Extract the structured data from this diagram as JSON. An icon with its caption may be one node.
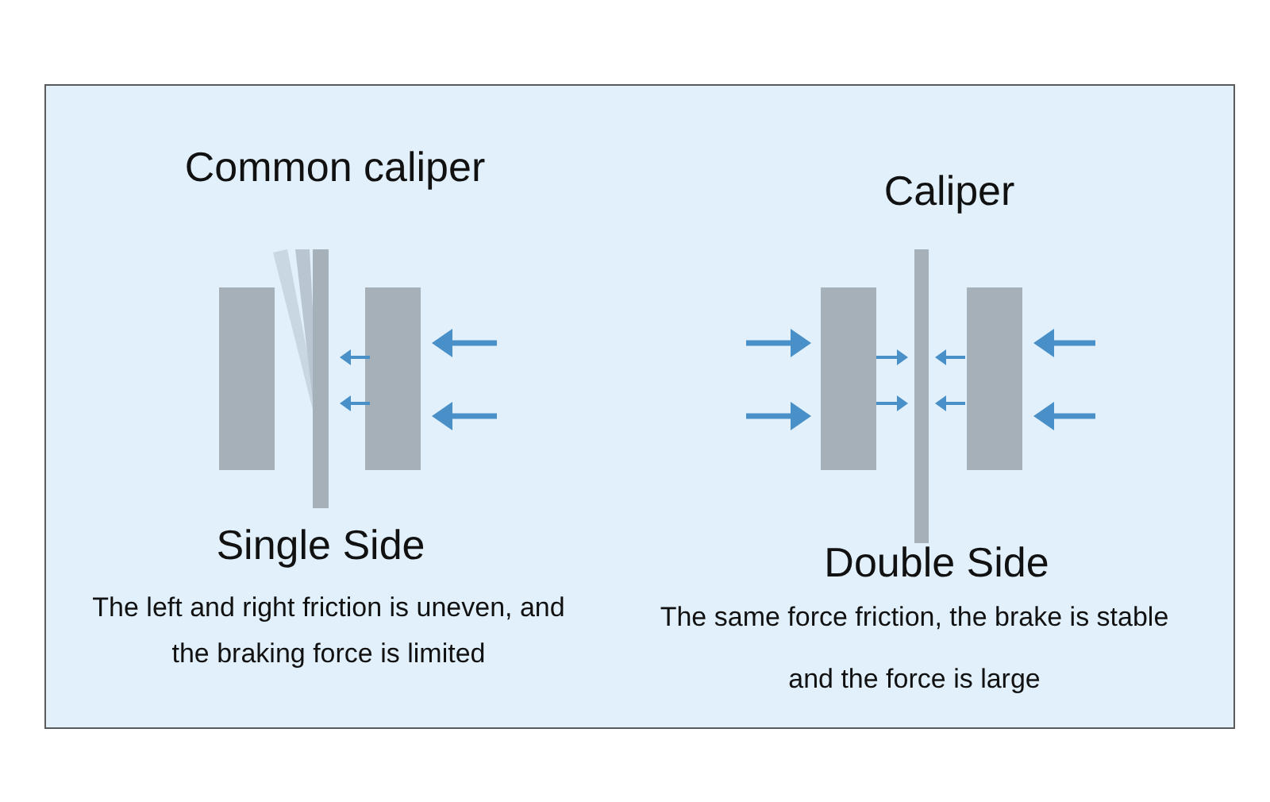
{
  "diagram": {
    "labels": [
      "Common caliper",
      "Caliper",
      "Single Side",
      "The left and right friction is uneven, and the braking force is limited",
      "Double Side",
      "The same force friction, the brake is stable and the force is large"
    ]
  }
}
